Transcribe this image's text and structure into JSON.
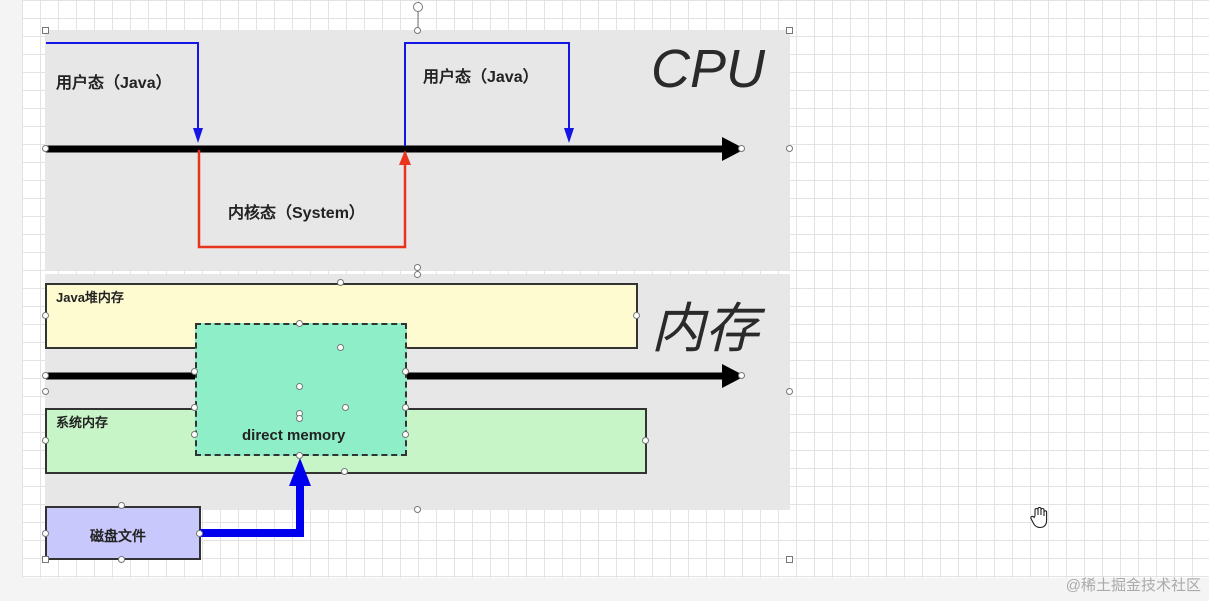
{
  "cpu_section": {
    "title": "CPU",
    "user_mode_left": "用户态（Java）",
    "user_mode_right": "用户态（Java）",
    "kernel_mode": "内核态（System）"
  },
  "memory_section": {
    "title": "内存",
    "java_heap": "Java堆内存",
    "system_memory": "系统内存",
    "direct_memory": "direct memory",
    "disk_file": "磁盘文件"
  },
  "colors": {
    "user_line": "#1515e6",
    "kernel_line": "#e8341c",
    "heap_fill": "#fffbd0",
    "system_fill": "#c8f5c8",
    "direct_fill": "#8eeec8",
    "disk_fill": "#c8c8fc"
  },
  "cursor": "hand-icon",
  "watermark": "@稀土掘金技术社区"
}
